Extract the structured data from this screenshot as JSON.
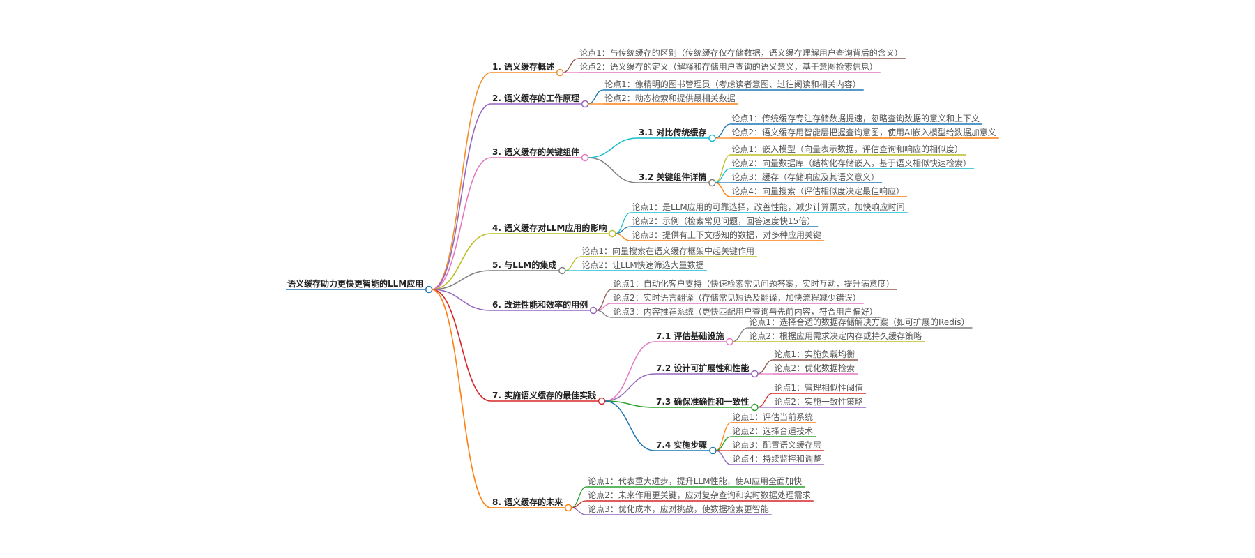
{
  "root": {
    "label": "语义缓存助力更快更智能的LLM应用",
    "color": "#1f77b4"
  },
  "branches": [
    {
      "label": "1. 语义缓存概述",
      "color": "#f28e2b",
      "points": [
        {
          "label": "论点1：与传统缓存的区别（传统缓存仅存储数据，语义缓存理解用户查询背后的含义）",
          "color": "#8c564b"
        },
        {
          "label": "论点2：语义缓存的定义（解释和存储用户查询的语义意义，基于意图检索信息）",
          "color": "#e377c2"
        }
      ]
    },
    {
      "label": "2. 语义缓存的工作原理",
      "color": "#9467bd",
      "points": [
        {
          "label": "论点1：像精明的图书管理员（考虑读者意图、过往阅读和相关内容）",
          "color": "#1f77b4"
        },
        {
          "label": "论点2：动态检索和提供最相关数据",
          "color": "#ff7f0e"
        }
      ]
    },
    {
      "label": "3. 语义缓存的关键组件",
      "color": "#e377c2",
      "subs": [
        {
          "label": "3.1 对比传统缓存",
          "color": "#17becf",
          "points": [
            {
              "label": "论点1：传统缓存专注存储数据提速，忽略查询数据的意义和上下文",
              "color": "#1f77b4"
            },
            {
              "label": "论点2：语义缓存用智能层把握查询意图，使用AI嵌入模型给数据加意义",
              "color": "#ff7f0e"
            }
          ]
        },
        {
          "label": "3.2 关键组件详情",
          "color": "#7f7f7f",
          "points": [
            {
              "label": "论点1：嵌入模型（向量表示数据，评估查询和响应的相似度）",
              "color": "#bcbd22"
            },
            {
              "label": "论点2：向量数据库（结构化存储嵌入，基于语义相似快速检索）",
              "color": "#17becf"
            },
            {
              "label": "论点3：缓存（存储响应及其语义意义）",
              "color": "#1f77b4"
            },
            {
              "label": "论点4：向量搜索（评估相似度决定最佳响应）",
              "color": "#ff7f0e"
            }
          ]
        }
      ]
    },
    {
      "label": "4. 语义缓存对LLM应用的影响",
      "color": "#bcbd22",
      "points": [
        {
          "label": "论点1：是LLM应用的可靠选择，改善性能，减少计算需求，加快响应时间",
          "color": "#17becf"
        },
        {
          "label": "论点2：示例（检索常见问题，回答速度快15倍）",
          "color": "#1f77b4"
        },
        {
          "label": "论点3：提供有上下文感知的数据，对多种应用关键",
          "color": "#ff7f0e"
        }
      ]
    },
    {
      "label": "5. 与LLM的集成",
      "color": "#7f7f7f",
      "points": [
        {
          "label": "论点1：向量搜索在语义缓存框架中起关键作用",
          "color": "#bcbd22"
        },
        {
          "label": "论点2：让LLM快速筛选大量数据",
          "color": "#17becf"
        }
      ]
    },
    {
      "label": "6. 改进性能和效率的用例",
      "color": "#9467bd",
      "points": [
        {
          "label": "论点1：自动化客户支持（快速检索常见问题答案，实时互动，提升满意度）",
          "color": "#8c564b"
        },
        {
          "label": "论点2：实时语言翻译（存储常见短语及翻译，加快流程减少错误）",
          "color": "#e377c2"
        },
        {
          "label": "论点3：内容推荐系统（更快匹配用户查询与先前内容，符合用户偏好）",
          "color": "#7f7f7f"
        }
      ]
    },
    {
      "label": "7. 实施语义缓存的最佳实践",
      "color": "#d62728",
      "subs": [
        {
          "label": "7.1 评估基础设施",
          "color": "#e377c2",
          "points": [
            {
              "label": "论点1：选择合适的数据存储解决方案（如可扩展的Redis）",
              "color": "#7f7f7f"
            },
            {
              "label": "论点2：根据应用需求决定内存或持久缓存策略",
              "color": "#bcbd22"
            }
          ]
        },
        {
          "label": "7.2 设计可扩展性和性能",
          "color": "#9467bd",
          "points": [
            {
              "label": "论点1：实施负载均衡",
              "color": "#8c564b"
            },
            {
              "label": "论点2：优化数据检索",
              "color": "#e377c2"
            }
          ]
        },
        {
          "label": "7.3 确保准确性和一致性",
          "color": "#2ca02c",
          "points": [
            {
              "label": "论点1：管理相似性阈值",
              "color": "#d62728"
            },
            {
              "label": "论点2：实施一致性策略",
              "color": "#9467bd"
            }
          ]
        },
        {
          "label": "7.4 实施步骤",
          "color": "#1f77b4",
          "points": [
            {
              "label": "论点1：评估当前系统",
              "color": "#ff7f0e"
            },
            {
              "label": "论点2：选择合适技术",
              "color": "#2ca02c"
            },
            {
              "label": "论点3：配置语义缓存层",
              "color": "#d62728"
            },
            {
              "label": "论点4：持续监控和调整",
              "color": "#9467bd"
            }
          ]
        }
      ]
    },
    {
      "label": "8. 语义缓存的未来",
      "color": "#ff7f0e",
      "points": [
        {
          "label": "论点1：代表重大进步，提升LLM性能，使AI应用全面加快",
          "color": "#2ca02c"
        },
        {
          "label": "论点2：未来作用更关键，应对复杂查询和实时数据处理需求",
          "color": "#d62728"
        },
        {
          "label": "论点3：优化成本，应对挑战，使数据检索更智能",
          "color": "#9467bd"
        }
      ]
    }
  ]
}
